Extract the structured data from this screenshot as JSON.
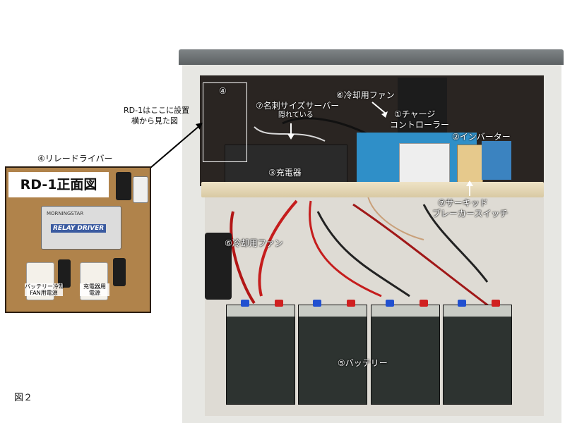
{
  "figure_label": "図２",
  "inset": {
    "header": "④リレードライバー",
    "title": "RD-1正面図",
    "device_brand": "MORNINGSTAR",
    "device_name": "RELAY DRIVER",
    "outlet_left": [
      "バッテリー冷却",
      "FAN用電源"
    ],
    "outlet_right": [
      "充電器用",
      "電源"
    ]
  },
  "note": [
    "RD-1はここに設置",
    "横から見た図"
  ],
  "labels": {
    "box_marker": "④",
    "card_server": "⑦名刺サイズサーバー",
    "hidden": "隠れている",
    "fan_top": "⑥冷却用ファン",
    "charge_controller": [
      "①チャージ",
      "コントローラー"
    ],
    "inverter": "②インバーター",
    "charger": "③充電器",
    "breaker": [
      "⑦サーキッド",
      "ブレーカースイッチ"
    ],
    "fan_left": "⑥冷却用ファン",
    "battery": "⑤バッテリー"
  }
}
